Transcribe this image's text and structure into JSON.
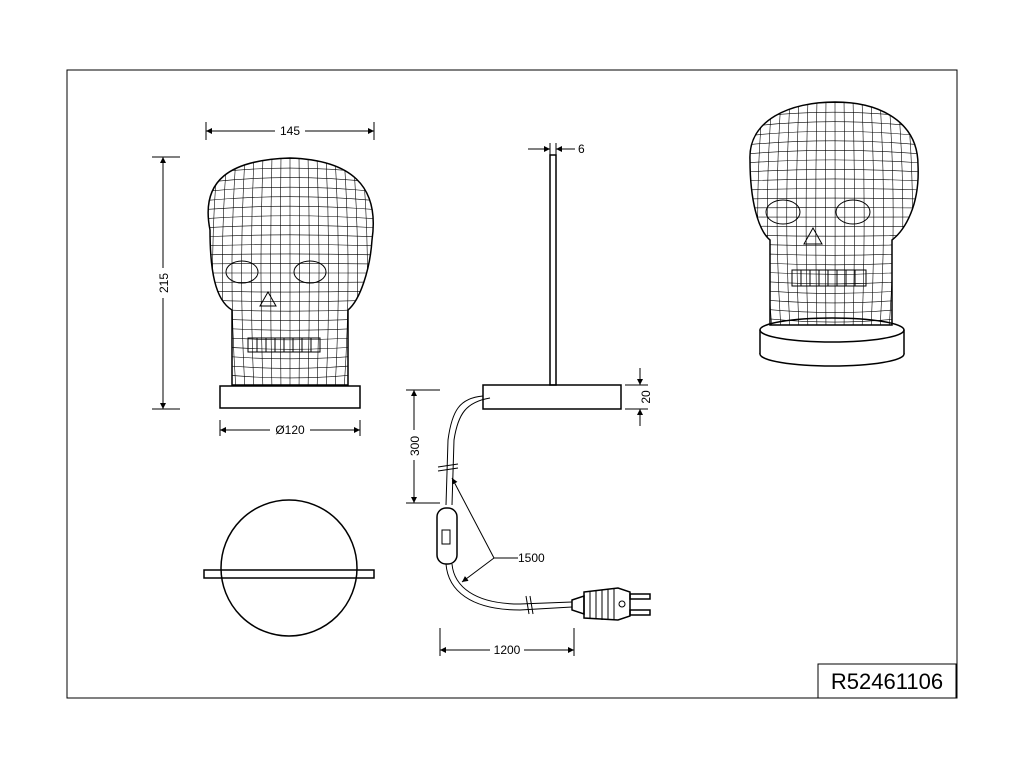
{
  "drawing": {
    "product_code": "R52461106",
    "dimensions": {
      "width": "145",
      "height": "215",
      "base_diameter": "Ø120",
      "pole_thickness": "6",
      "base_height": "20",
      "cable_drop": "300",
      "cable_length": "1500",
      "cable_horizontal": "1200"
    }
  }
}
